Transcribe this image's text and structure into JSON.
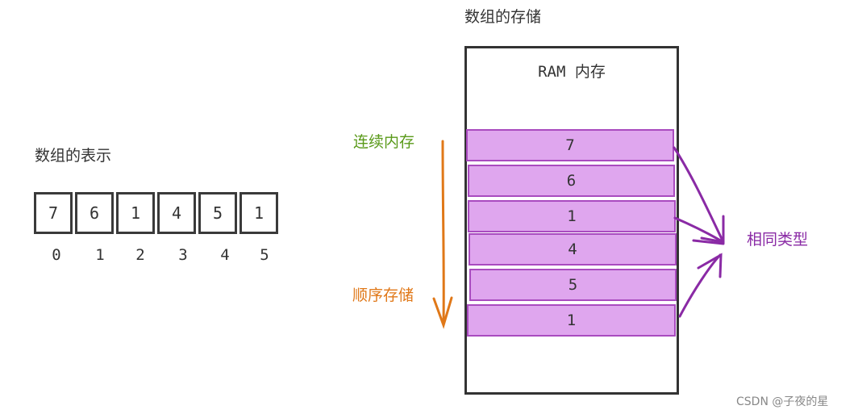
{
  "left": {
    "title": "数组的表示",
    "cells": [
      "7",
      "6",
      "1",
      "4",
      "5",
      "1"
    ],
    "indices": [
      "0",
      "1",
      "2",
      "3",
      "4",
      "5"
    ]
  },
  "right": {
    "title": "数组的存储",
    "ram_label": "RAM 内存",
    "cells": [
      "7",
      "6",
      "1",
      "4",
      "5",
      "1"
    ],
    "contiguous_label": "连续内存",
    "sequential_label": "顺序存储",
    "same_type_label": "相同类型"
  },
  "colors": {
    "cell_fill": "#dfa6ee",
    "cell_border": "#a94bbf",
    "green": "#5a9a1a",
    "orange": "#e07818",
    "purple": "#8a2aa5"
  },
  "watermark": "CSDN @子夜的星"
}
